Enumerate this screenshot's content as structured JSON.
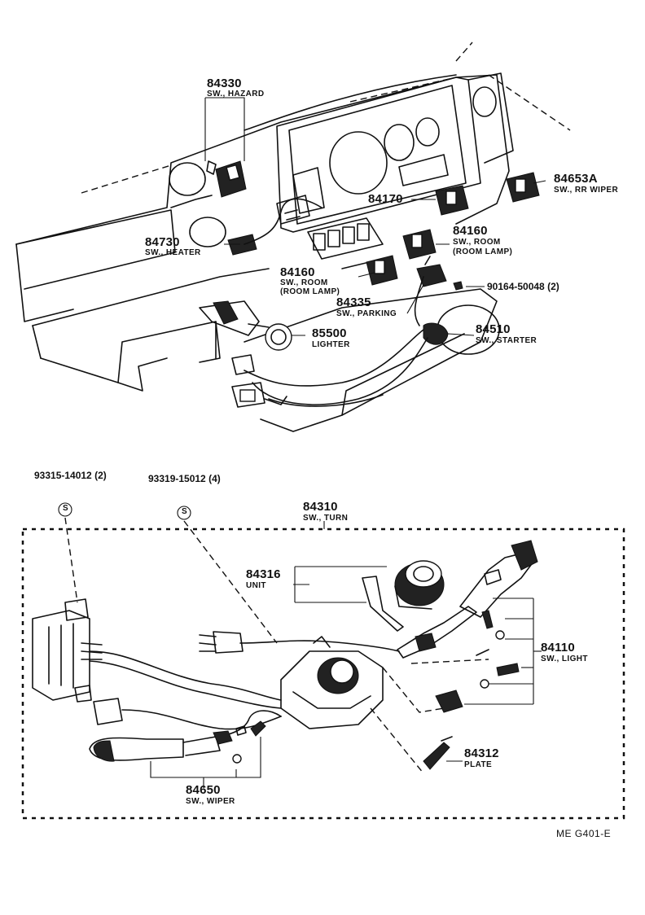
{
  "parts": {
    "hazard": {
      "number": "84330",
      "name": "SW., HAZARD"
    },
    "heater": {
      "number": "84730",
      "name": "SW., HEATER"
    },
    "combo": {
      "number": "84170"
    },
    "rr_wiper": {
      "number": "84653A",
      "name": "SW., RR WIPER"
    },
    "room_right": {
      "number": "84160",
      "name": "SW., ROOM",
      "note": "(ROOM LAMP)"
    },
    "room_left": {
      "number": "84160",
      "name": "SW., ROOM",
      "note": "(ROOM LAMP)"
    },
    "screw": {
      "code": "90164-50048 (2)"
    },
    "parking": {
      "number": "84335",
      "name": "SW., PARKING"
    },
    "lighter": {
      "number": "85500",
      "name": "LIGHTER"
    },
    "starter": {
      "number": "84510",
      "name": "SW., STARTER"
    },
    "screw_a": {
      "code": "93315-14012 (2)",
      "symbol": "S"
    },
    "screw_b": {
      "code": "93319-15012 (4)",
      "symbol": "S"
    },
    "turn": {
      "number": "84310",
      "name": "SW., TURN"
    },
    "unit": {
      "number": "84316",
      "name": "UNIT"
    },
    "light": {
      "number": "84110",
      "name": "SW., LIGHT"
    },
    "plate": {
      "number": "84312",
      "name": "PLATE"
    },
    "wiper": {
      "number": "84650",
      "name": "SW., WIPER"
    }
  },
  "footer": {
    "code": "ME  G401-E"
  }
}
